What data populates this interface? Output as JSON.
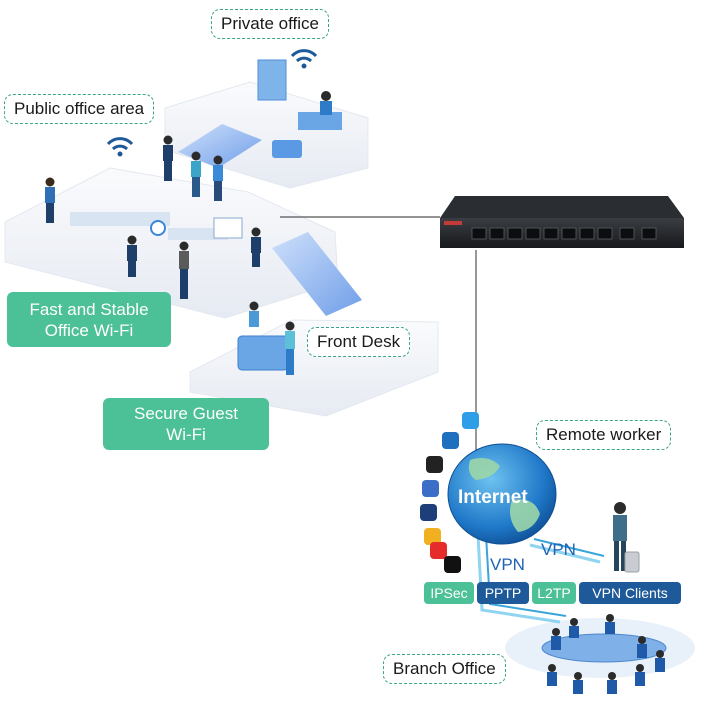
{
  "locations": {
    "private_office": "Private office",
    "public_office_area": "Public office area",
    "front_desk": "Front Desk",
    "remote_worker": "Remote worker",
    "branch_office": "Branch Office"
  },
  "features": {
    "office_wifi_line1": "Fast and Stable",
    "office_wifi_line2": "Office Wi-Fi",
    "guest_wifi_line1": "Secure Guest",
    "guest_wifi_line2": "Wi-Fi"
  },
  "internet": {
    "label": "Internet"
  },
  "vpn": {
    "label_branch": "VPN",
    "label_remote": "VPN",
    "protocols": [
      "IPSec",
      "PPTP",
      "L2TP",
      "VPN Clients"
    ]
  },
  "app_icons": [
    "twitter-icon",
    "firefox-icon",
    "amazon-icon",
    "camera-app-icon",
    "photoshop-icon",
    "notes-app-icon",
    "youtube-icon",
    "tiktok-icon"
  ],
  "colors": {
    "green": "#4cc097",
    "navy": "#1e5a9a",
    "vpn_blue": "#1e63b4",
    "line": "#555555"
  }
}
